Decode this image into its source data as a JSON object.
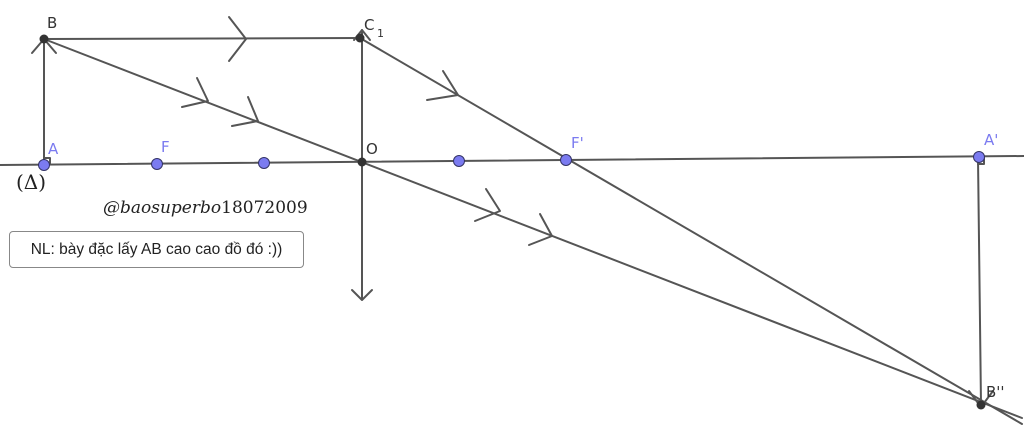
{
  "labels": {
    "B": "B",
    "C": "C",
    "C_sub": "1",
    "A": "A",
    "F": "F",
    "O": "O",
    "F_prime": "F'",
    "A_prime": "A'",
    "B_prime": "B''",
    "axis": "(Δ)"
  },
  "credit": {
    "handle": "@baosuperbo",
    "number": "18072009"
  },
  "note": "NL: bày đặc lấy AB cao cao đồ đó :))",
  "colors": {
    "line": "#555555",
    "blue_point": "#7b7bf0",
    "black_point": "#333333"
  }
}
